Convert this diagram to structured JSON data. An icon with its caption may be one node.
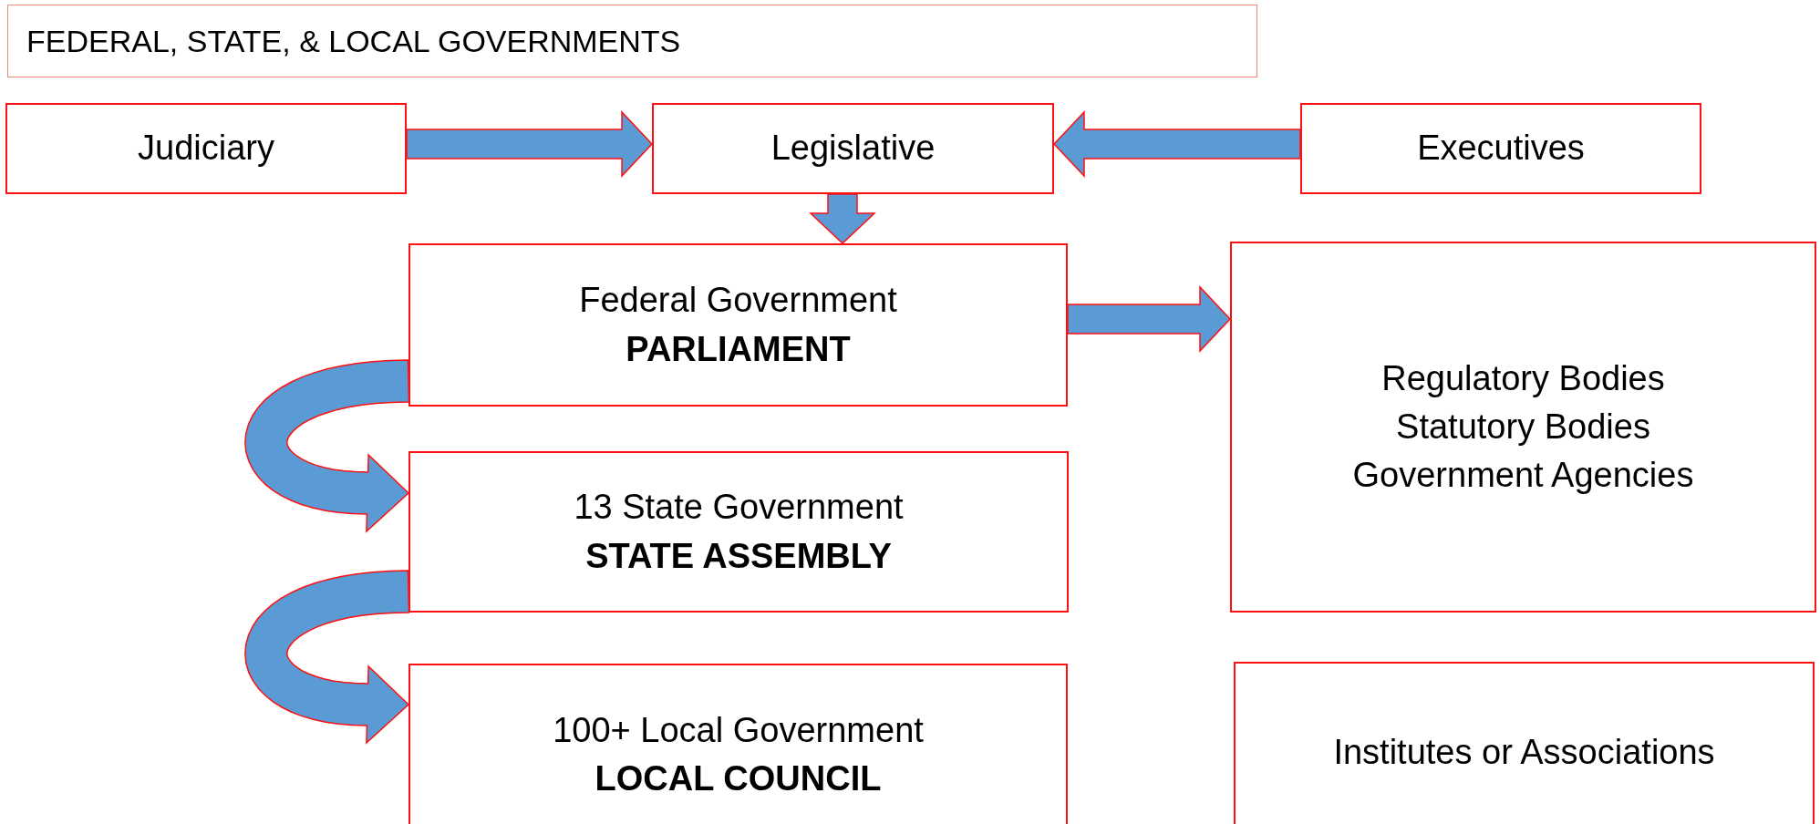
{
  "diagram": {
    "title": "FEDERAL, STATE, & LOCAL GOVERNMENTS",
    "nodes": [
      {
        "text": [
          "Judiciary"
        ]
      },
      {
        "text": [
          "Legislative"
        ]
      },
      {
        "text": [
          "Executives"
        ]
      },
      {
        "text": [
          "Federal Government",
          "PARLIAMENT"
        ]
      },
      {
        "text": [
          "Regulatory Bodies",
          "Statutory Bodies",
          "Government Agencies"
        ]
      },
      {
        "text": [
          "13 State Government",
          "STATE ASSEMBLY"
        ]
      },
      {
        "text": [
          "100+ Local Government",
          "LOCAL COUNCIL"
        ]
      },
      {
        "text": [
          "Institutes or Associations"
        ]
      }
    ],
    "edges": [
      {
        "from": 0,
        "to": 1,
        "arrow": "to",
        "style": "thick"
      },
      {
        "from": 2,
        "to": 1,
        "arrow": "to",
        "style": "thick"
      },
      {
        "from": 1,
        "to": 3,
        "arrow": "to",
        "style": "thick"
      },
      {
        "from": 3,
        "to": 4,
        "arrow": "to",
        "style": "thick"
      },
      {
        "from": 3,
        "to": 5,
        "arrow": "to",
        "style": "thick"
      },
      {
        "from": 5,
        "to": 6,
        "arrow": "to",
        "style": "thick"
      }
    ]
  }
}
